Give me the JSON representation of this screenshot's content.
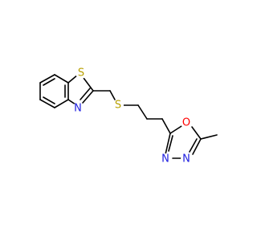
{
  "molecule": {
    "atoms": {
      "s_thiazole": {
        "symbol": "S",
        "color": "#b8a000"
      },
      "n_thiazole": {
        "symbol": "N",
        "color": "#2020e0"
      },
      "s_thioether": {
        "symbol": "S",
        "color": "#b8a000"
      },
      "o_oxadiazole": {
        "symbol": "O",
        "color": "#ff0000"
      },
      "n3_oxadiazole": {
        "symbol": "N",
        "color": "#2020e0"
      },
      "n4_oxadiazole": {
        "symbol": "N",
        "color": "#2020e0"
      }
    }
  }
}
